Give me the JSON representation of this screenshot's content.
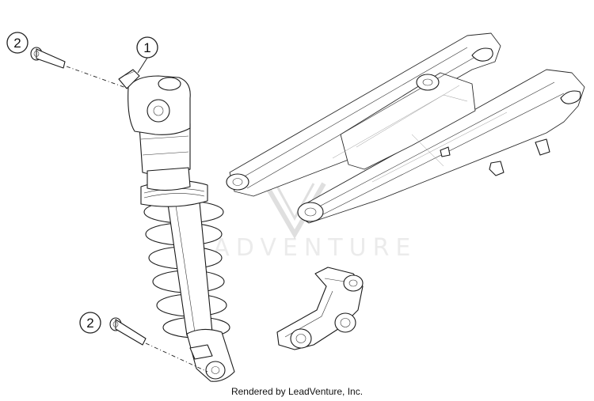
{
  "callouts": [
    {
      "label": "1"
    },
    {
      "label": "2"
    },
    {
      "label": "2"
    }
  ],
  "watermark": {
    "text": "LEADVENTURE"
  },
  "caption": "Rendered by LeadVenture, Inc."
}
